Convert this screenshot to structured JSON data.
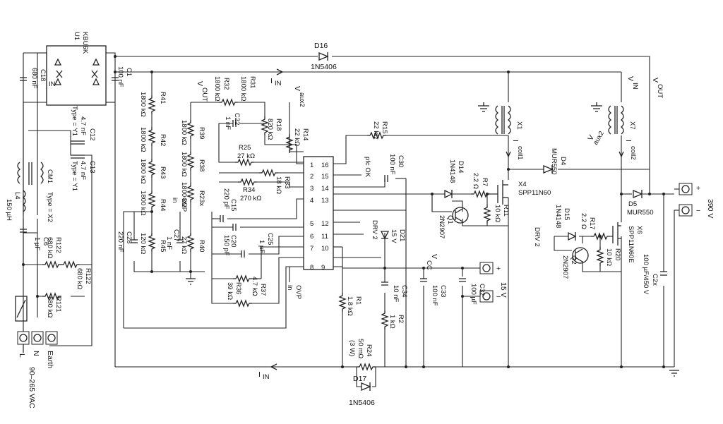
{
  "labels": {
    "bridge_name": "KBU6K",
    "bridge_ref": "U1",
    "bridge_in": "IN",
    "c18_ref": "C18",
    "c18_val": "680 nF",
    "c1_ref": "C1",
    "c1_val": "100 nF",
    "d16_ref": "D16",
    "d16_val": "1N5406",
    "iin_top": "I",
    "iin_sub": "IN",
    "iin_bottom": "I",
    "iin_bottom_sub": "IN",
    "vin": "V",
    "vin_sub": "IN",
    "vout": "V",
    "vout_sub": "OUT",
    "vout_left": "V",
    "vout_left_sub": "OUT",
    "vaux2": "V",
    "vaux2_sub": "aux2",
    "vaux2b": "V",
    "vaux2b_sub": "aux2",
    "r41": "R41",
    "r41v": "1800 kΩ",
    "r42": "R42",
    "r42v": "1800 kΩ",
    "r43": "R43",
    "r43v": "1800 kΩ",
    "r44": "R44",
    "r44v": "1800 kΩ",
    "r45": "R45",
    "r45v": "120 kΩ",
    "r32": "R32",
    "r32v": "1800 kΩ",
    "r31": "R31",
    "r31v": "1800 kΩ",
    "r39": "R39",
    "r39v": "1800 kΩ",
    "r38": "R38",
    "r38v": "1800 kΩ",
    "r23": "R23x",
    "r23v": "1800 kΩ",
    "r40": "R40",
    "r40v": "27 kΩ",
    "c22": "C22",
    "c22v": "1 nF",
    "r18": "R18",
    "r18v": "820 kΩ",
    "r25": "R25",
    "r25v": "27 kΩ",
    "r14": "R14",
    "r14v": "22 kΩ",
    "r33": "R33",
    "r33v": "18 kΩ",
    "r34": "R34",
    "r34v": "270 kΩ",
    "c15": "C15",
    "c15v": "220 pF",
    "c20": "C20",
    "c20v": "150 pF",
    "c25": "C25",
    "c25v": "1 µF",
    "r36": "R36",
    "r36v": "39 kΩ",
    "r37": "R37",
    "r37v": "4.7 kΩ",
    "c27": "C27",
    "c27v": "1 nF",
    "c28": "C28",
    "c28v": "220 nF",
    "ovp_in1": "OVP",
    "ovp_in1b": "in",
    "ovp_in2": "OVP",
    "ovp_in2b": "in",
    "r15": "R15",
    "r15v": "22 kΩ",
    "pfc_ok": "pfc OK",
    "c30": "C30",
    "c30v": "100 nF",
    "drv2a": "DRV 2",
    "d21": "D21",
    "d21v": "15 V",
    "vcc": "V",
    "vcc_sub": "CC",
    "c34": "C34",
    "c34v": "10 nF",
    "c33": "C33",
    "c33v": "100 nF",
    "c32": "C32",
    "c32v": "100 µF",
    "v15": "15 V",
    "r1": "R1",
    "r1v": "1.8 kΩ",
    "r2": "R2",
    "r2v": "1 kΩ",
    "r24": "R24",
    "r24v": "50 mΩ",
    "r24w": "(3 W)",
    "d17": "D17",
    "d17v": "1N5406",
    "x1": "X1",
    "icoil1": "I",
    "icoil1_sub": "coil1",
    "x7": "X7",
    "icoil2": "I",
    "icoil2_sub": "coil2",
    "d4": "D4",
    "d4v": "MUR550",
    "d5": "D5",
    "d5v": "MUR550",
    "x4": "X4",
    "x4v": "SPP11N60",
    "x6": "X6",
    "x6v": "SPP11N60E",
    "d14": "D14",
    "d14v": "1N4148",
    "r7": "R7",
    "r7v": "2.2 Ω",
    "q1": "Q1",
    "q1v": "2N2907",
    "r11": "R11",
    "r11v": "10 kΩ",
    "d15": "D15",
    "d15v": "1N4148",
    "r17": "R17",
    "r17v": "2.2 Ω",
    "q2": "Q2",
    "q2v": "2N2907",
    "r20": "R20",
    "r20v": "10 kΩ",
    "drv2b": "DRV 2",
    "c2x": "C2x",
    "c2xv": "100 µF/450 V",
    "v390": "390 V",
    "cm1": "CM1",
    "cm1_type": "Type = X2",
    "c12": "C12",
    "c12v": "4.7 nF",
    "c12t": "Type = Y1",
    "c13": "C13",
    "c13v": "4.7 nF",
    "c13t": "Type = Y1",
    "l4": "L4",
    "l4v": "150 µH",
    "c6": "C6",
    "c6v": "1 µF",
    "r122": "R122",
    "r122v": "680 kΩ",
    "r122b": "R122",
    "r122bv": "680 kΩ",
    "r121": "R121",
    "r121v": "680 kΩ",
    "term_l": "L",
    "term_n": "N",
    "term_earth": "Earth",
    "vac": "90–265 VAC",
    "pin_l": [
      "1",
      "2",
      "3",
      "4",
      "5",
      "6",
      "7",
      "8"
    ],
    "pin_r": [
      "16",
      "15",
      "14",
      "13",
      "12",
      "11",
      "10",
      "9"
    ],
    "plus": "+",
    "minus": "−"
  }
}
